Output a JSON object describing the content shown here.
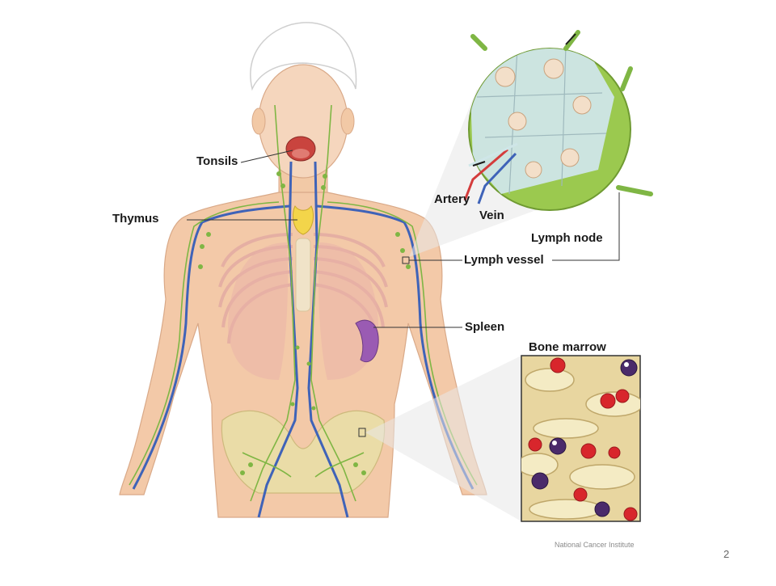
{
  "labels": {
    "tonsils": "Tonsils",
    "thymus": "Thymus",
    "artery": "Artery",
    "vein": "Vein",
    "lymph_node": "Lymph node",
    "lymph_vessel": "Lymph vessel",
    "spleen": "Spleen",
    "bone_marrow": "Bone marrow"
  },
  "credit": "National Cancer Institute",
  "page_number": "2",
  "colors": {
    "skin": "#f2c9a6",
    "lymph_green": "#7fb644",
    "vein_blue": "#3f63b8",
    "artery_red": "#d43c3c",
    "thymus_yellow": "#f3d54a",
    "spleen_purple": "#9a5bb3",
    "bone": "#eadfa7",
    "marrow_bg": "#e8d6a0"
  }
}
